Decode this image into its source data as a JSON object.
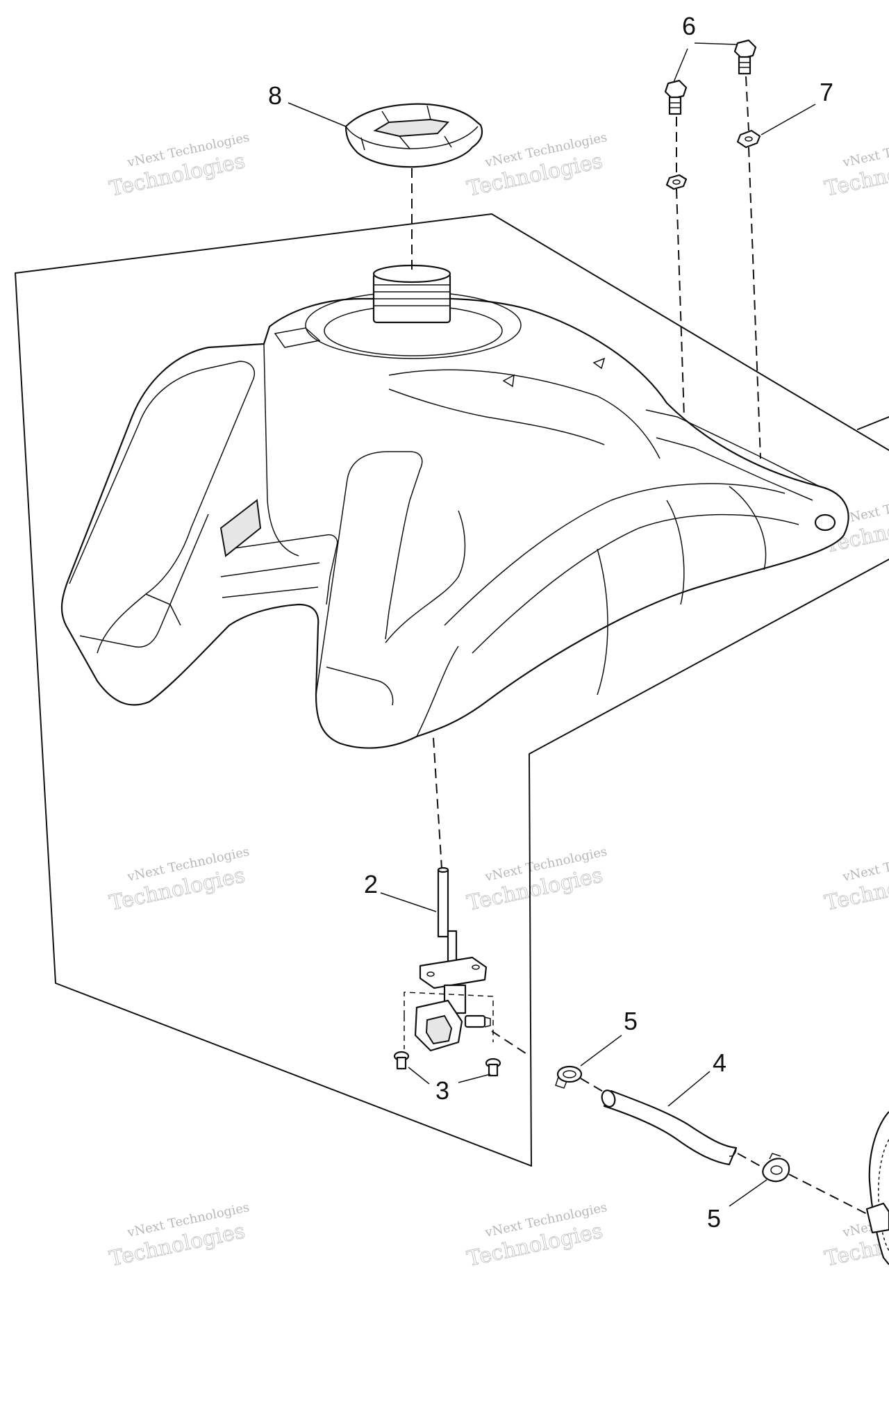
{
  "callouts": [
    {
      "id": "8",
      "label": "8"
    },
    {
      "id": "6",
      "label": "6"
    },
    {
      "id": "7",
      "label": "7"
    },
    {
      "id": "2",
      "label": "2"
    },
    {
      "id": "3",
      "label": "3"
    },
    {
      "id": "5a",
      "label": "5"
    },
    {
      "id": "4",
      "label": "4"
    },
    {
      "id": "5b",
      "label": "5"
    }
  ],
  "watermark": {
    "line1": "vNext Technologies",
    "line2": "Technologies",
    "line3": "vNext"
  },
  "colors": {
    "ink": "#111111",
    "watermark": "#bbbbbb",
    "background": "#ffffff"
  }
}
